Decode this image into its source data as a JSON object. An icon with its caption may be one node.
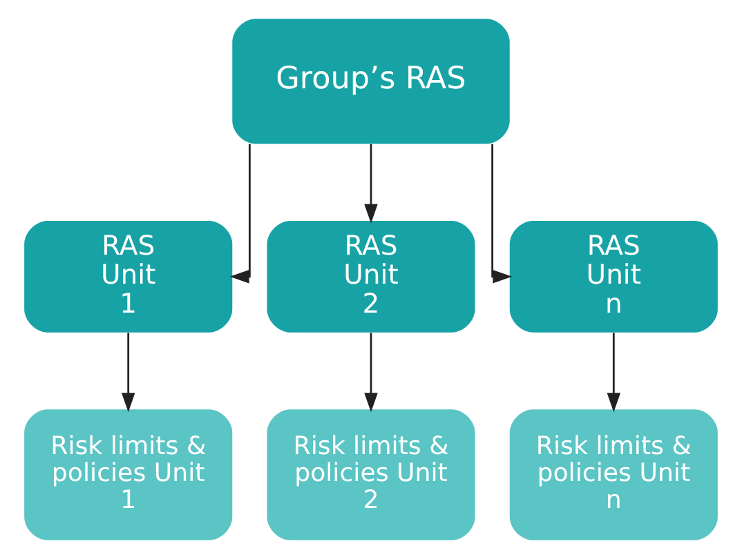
{
  "diagram": {
    "nodes": [
      {
        "text": [
          "Group’s RAS"
        ]
      },
      {
        "text": [
          "RAS Unit 1"
        ]
      },
      {
        "text": [
          "RAS Unit 2"
        ]
      },
      {
        "text": [
          "RAS Unit n"
        ]
      },
      {
        "text": [
          "Risk limits & policies Unit 1"
        ]
      },
      {
        "text": [
          "Risk limits & policies Unit 2"
        ]
      },
      {
        "text": [
          "Risk limits & policies Unit n"
        ]
      }
    ],
    "edges": [
      {
        "from": 0,
        "to": 1,
        "arrow": "to"
      },
      {
        "from": 0,
        "to": 2,
        "arrow": "to"
      },
      {
        "from": 0,
        "to": 3,
        "arrow": "to"
      },
      {
        "from": 1,
        "to": 4,
        "arrow": "to"
      },
      {
        "from": 2,
        "to": 5,
        "arrow": "to"
      },
      {
        "from": 3,
        "to": 6,
        "arrow": "to"
      }
    ]
  }
}
